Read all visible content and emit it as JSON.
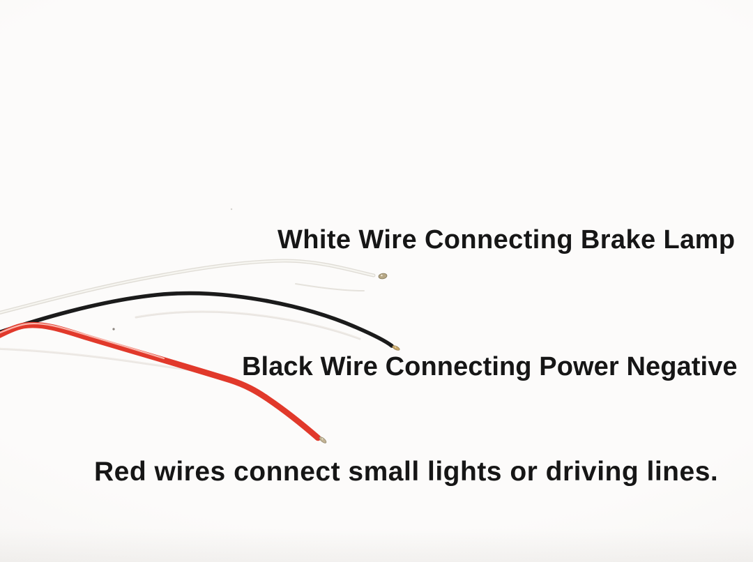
{
  "photo": {
    "background_color": "#fcfbfa",
    "text_color": "#161616",
    "labels": {
      "white_wire": "White Wire Connecting Brake Lamp",
      "black_wire": "Black Wire Connecting Power Negative",
      "red_wire": "Red wires connect small lights or driving lines."
    },
    "wires": [
      {
        "name": "white-wire",
        "label": "White Wire Connecting Brake Lamp",
        "insulation_color": "#d6d1c8",
        "core_color": "#f7f5f1",
        "terminal_color": "#b6a785",
        "terminal_edge_color": "#84795d"
      },
      {
        "name": "black-wire",
        "label": "Black Wire Connecting Power Negative",
        "insulation_color": "#1b1b1b",
        "terminal_color": "#c9a869",
        "terminal_edge_color": "#8f774a"
      },
      {
        "name": "red-wire",
        "label": "Red wires connect small lights or driving lines.",
        "insulation_color": "#e1392b",
        "highlight_color": "#ffd6cd",
        "terminal_color": "#c2b394",
        "terminal_edge_color": "#8f8468"
      }
    ],
    "stray_strand_color": "#d9d4cc"
  }
}
